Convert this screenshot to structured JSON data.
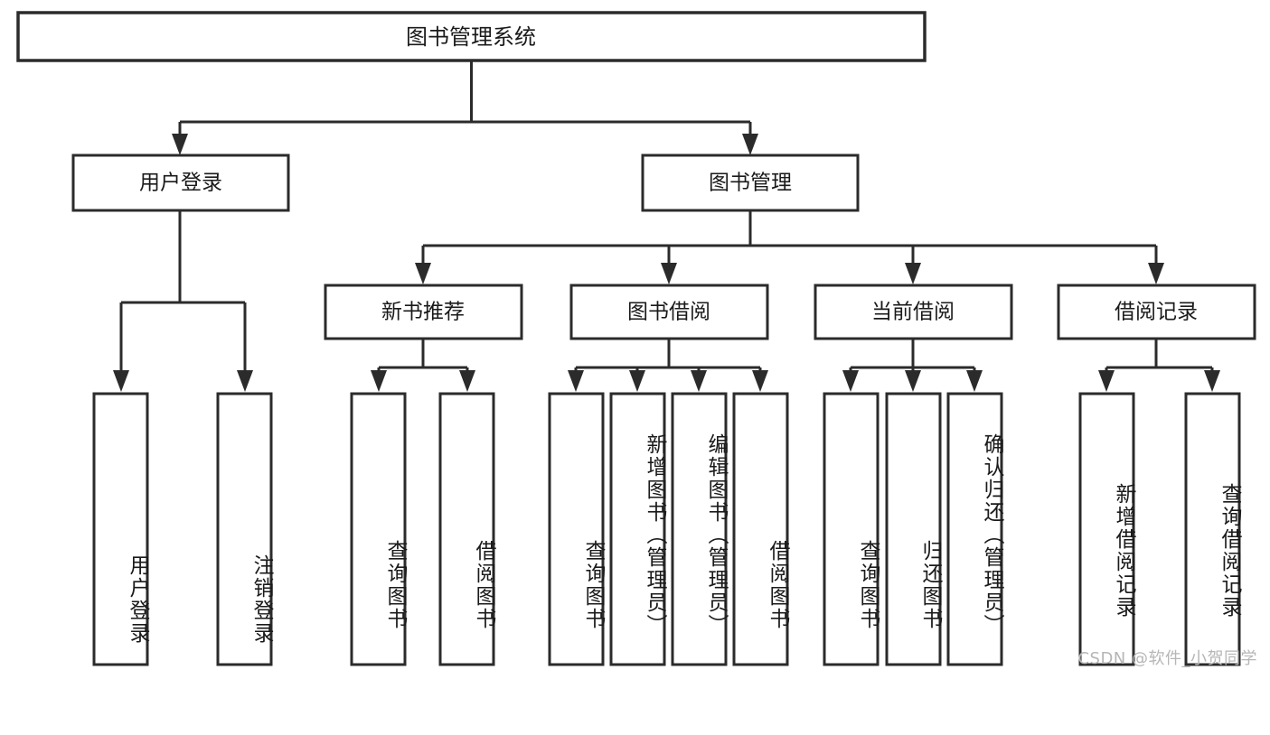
{
  "diagram": {
    "type": "tree",
    "title": "图书管理系统",
    "orientation": "top-down",
    "colors": {
      "box_stroke": "#2b2b2b",
      "box_fill": "#ffffff",
      "text": "#1a1a1a",
      "background": "#ffffff",
      "watermark": "#b6b6b6"
    },
    "root": {
      "label": "图书管理系统"
    },
    "level1": [
      {
        "label": "用户登录"
      },
      {
        "label": "图书管理"
      }
    ],
    "level2": [
      {
        "label": "新书推荐"
      },
      {
        "label": "图书借阅"
      },
      {
        "label": "当前借阅"
      },
      {
        "label": "借阅记录"
      }
    ],
    "leaves": {
      "user_login": [
        {
          "label": "用户登录"
        },
        {
          "label": "注销登录"
        }
      ],
      "new_book_recommend": [
        {
          "label": "查询图书"
        },
        {
          "label": "借阅图书"
        }
      ],
      "book_borrow": [
        {
          "label": "查询图书"
        },
        {
          "label": "新增图书（管理员）"
        },
        {
          "label": "编辑图书（管理员）"
        },
        {
          "label": "借阅图书"
        }
      ],
      "current_borrow": [
        {
          "label": "查询图书"
        },
        {
          "label": "归还图书"
        },
        {
          "label": "确认归还（管理员）"
        }
      ],
      "borrow_record": [
        {
          "label": "新增借阅记录"
        },
        {
          "label": "查询借阅记录"
        }
      ]
    },
    "watermark": "CSDN @软件_小贺同学"
  }
}
